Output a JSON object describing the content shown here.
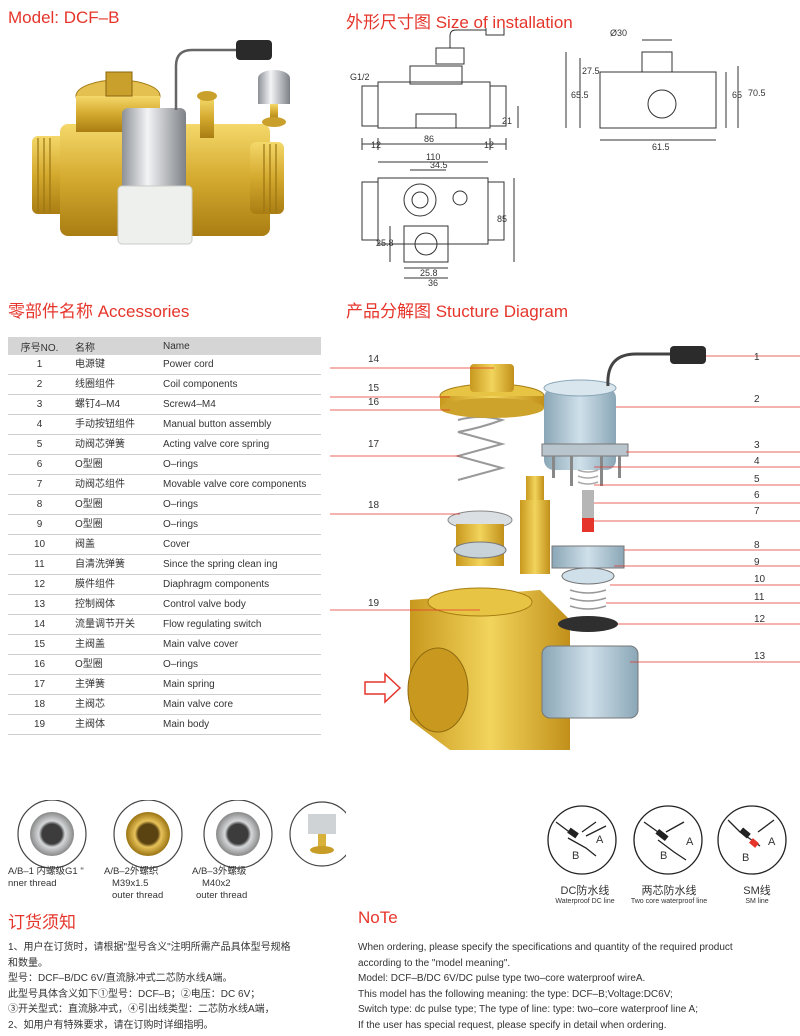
{
  "model_title": "Model: DCF–B",
  "install": {
    "heading": "外形尺寸图 Size of installation",
    "dims": {
      "g12": "G1/2",
      "d12a": "12",
      "d86": "86",
      "d12b": "12",
      "d21": "21",
      "phi30": "Ø30",
      "d27_5": "27.5",
      "d65_5": "65.5",
      "d65": "65",
      "d70_5": "70.5",
      "d61_5": "61.5",
      "d110": "110",
      "d34_5": "34.5",
      "d85": "85",
      "d25_8a": "25.8",
      "d25_8b": "25.8",
      "d36": "36"
    }
  },
  "accessories": {
    "heading": "零部件名称 Accessories",
    "col_no": "序号NO.",
    "col_cn": "名称",
    "col_en": "Name",
    "rows": [
      {
        "no": "1",
        "cn": "电源键",
        "en": "Power cord"
      },
      {
        "no": "2",
        "cn": "线圈组件",
        "en": "Coil components"
      },
      {
        "no": "3",
        "cn": "螺钉4–M4",
        "en": "Screw4–M4"
      },
      {
        "no": "4",
        "cn": "手动按钮组件",
        "en": "Manual button assembly"
      },
      {
        "no": "5",
        "cn": "动阀芯弹簧",
        "en": "Acting valve core spring"
      },
      {
        "no": "6",
        "cn": "O型圈",
        "en": "O–rings"
      },
      {
        "no": "7",
        "cn": "动阀芯组件",
        "en": "Movable valve core components"
      },
      {
        "no": "8",
        "cn": "O型圈",
        "en": "O–rings"
      },
      {
        "no": "9",
        "cn": "O型圈",
        "en": "O–rings"
      },
      {
        "no": "10",
        "cn": "阀盖",
        "en": "Cover"
      },
      {
        "no": "11",
        "cn": "自清洗弹簧",
        "en": "Since the spring clean ing"
      },
      {
        "no": "12",
        "cn": "膜件组件",
        "en": "Diaphragm components"
      },
      {
        "no": "13",
        "cn": "控制阀体",
        "en": "Control valve body"
      },
      {
        "no": "14",
        "cn": "流量调节开关",
        "en": "Flow regulating switch"
      },
      {
        "no": "15",
        "cn": "主阀盖",
        "en": "Main valve cover"
      },
      {
        "no": "16",
        "cn": "O型圈",
        "en": "O–rings"
      },
      {
        "no": "17",
        "cn": "主弹簧",
        "en": "Main spring"
      },
      {
        "no": "18",
        "cn": "主阀芯",
        "en": "Main valve core"
      },
      {
        "no": "19",
        "cn": "主阀体",
        "en": "Main body"
      }
    ]
  },
  "structure": {
    "heading": "产品分解图 Stucture Diagram",
    "labels": [
      "1",
      "2",
      "3",
      "4",
      "5",
      "6",
      "7",
      "8",
      "9",
      "10",
      "11",
      "12",
      "13",
      "14",
      "15",
      "16",
      "17",
      "18",
      "19"
    ]
  },
  "threads": [
    {
      "line1": "A/B–1 内螺级G1 \"",
      "line2": "nner thread"
    },
    {
      "line1": "A/B–2外螺织",
      "line2": "M39x1.5",
      "line3": "outer thread"
    },
    {
      "line1": "A/B–3外螺级",
      "line2": "M40x2",
      "line3": "outer thread"
    }
  ],
  "wires": [
    {
      "cn": "DC防水线",
      "en": "Waterproof  DC line",
      "a": "A",
      "b": "B"
    },
    {
      "cn": "两芯防水线",
      "en": "Two core waterproof line",
      "a": "A",
      "b": "B"
    },
    {
      "cn": "SM线",
      "en": "SM line",
      "a": "A",
      "b": "B"
    }
  ],
  "order_cn": {
    "heading": "订货须知",
    "lines": [
      "1、用户在订货时，请根据\"型号含义\"注明所需产品具体型号规格",
      "和数量。",
      "型号：DCF–B/DC 6V/直流脉冲式二芯防水线A端。",
      "此型号具体含义如下①型号：DCF–B；②电压：DC 6V；",
      "③开关型式：直流脉冲式，④引出线类型：二芯防水线A端，",
      "2、如用户有特殊要求，请在订购时详细指明。"
    ]
  },
  "note_en": {
    "heading": "NoTe",
    "lines": [
      "When ordering, please specify the specifications and quantity  of the required product",
      "according to the \"model meaning\".",
      "Model: DCF–B/DC 6V/DC pulse type two–core waterproof wireA.",
      "This model has the following meaning: the type: DCF–B;Voltage:DC6V;",
      "Switch type: dc pulse type; The type of line: type: two–core waterproof line A;",
      "If the user has special request, please specify in detail when ordering."
    ]
  },
  "colors": {
    "accent": "#e5352b",
    "brass": "#d7b13a",
    "grey_header": "#d5d5d5"
  }
}
